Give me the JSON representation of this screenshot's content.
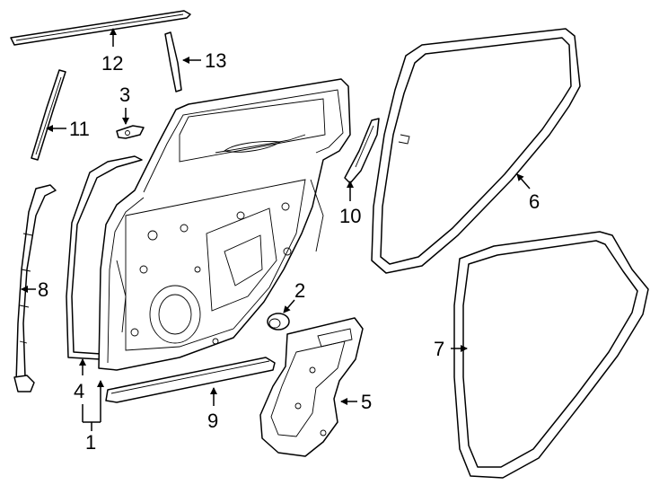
{
  "diagram": {
    "callouts": [
      {
        "id": "1",
        "label": "1"
      },
      {
        "id": "2",
        "label": "2"
      },
      {
        "id": "3",
        "label": "3"
      },
      {
        "id": "4",
        "label": "4"
      },
      {
        "id": "5",
        "label": "5"
      },
      {
        "id": "6",
        "label": "6"
      },
      {
        "id": "7",
        "label": "7"
      },
      {
        "id": "8",
        "label": "8"
      },
      {
        "id": "9",
        "label": "9"
      },
      {
        "id": "10",
        "label": "10"
      },
      {
        "id": "11",
        "label": "11"
      },
      {
        "id": "12",
        "label": "12"
      },
      {
        "id": "13",
        "label": "13"
      }
    ],
    "parts": [
      "door-shell",
      "inner-panel",
      "clip",
      "outer-weatherstrip",
      "access-hole-cover",
      "door-weatherstrip",
      "body-weatherstrip",
      "front-channel",
      "lower-molding",
      "rear-channel-seal",
      "front-applique",
      "belt-molding",
      "rear-applique"
    ]
  }
}
